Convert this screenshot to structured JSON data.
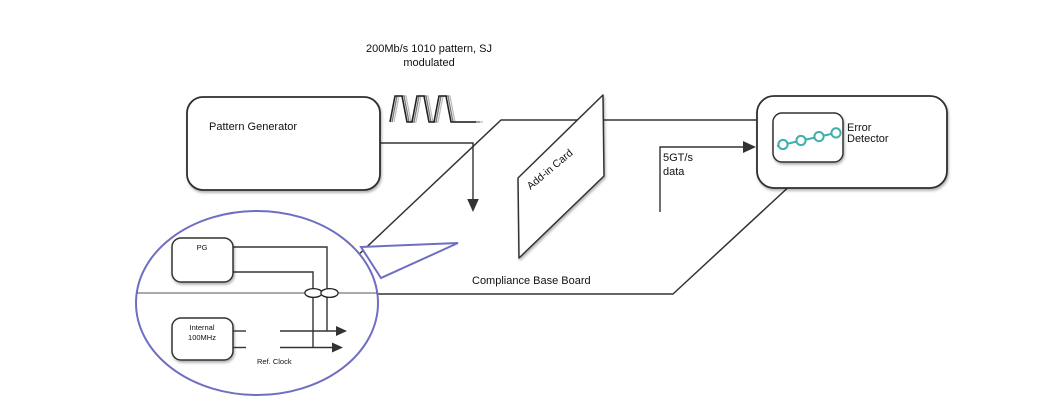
{
  "colors": {
    "line": "#333333",
    "lineThin": "#555555",
    "boxStroke": "#2e2e2e",
    "bubbleStroke": "#6f6fc2",
    "accentTeal": "#3fb0ab",
    "text": "#111111",
    "waveDark": "#222222",
    "waveMid": "#777777",
    "waveLight": "#bbbbbb"
  },
  "caption": {
    "line1": "200Mb/s 1010 pattern, SJ",
    "line2": "modulated"
  },
  "pattern_generator": {
    "label": "Pattern Generator"
  },
  "add_in_card": {
    "label": "Add-in Card"
  },
  "signal_5gt": {
    "line1": "5GT/s",
    "line2": "data"
  },
  "error_detector": {
    "line1": "Error",
    "line2": "Detector"
  },
  "board": {
    "label": "Compliance Base Board"
  },
  "bubble": {
    "pg_label": "PG",
    "internal_line1": "Internal",
    "internal_line2": "100MHz",
    "ref_clock_label": "Ref. Clock"
  },
  "icons": {
    "waveform": "jittered-square-wave-icon",
    "detector_trace": "teal-signal-trace-icon",
    "connector": "coupled-connector-rings-icon"
  }
}
